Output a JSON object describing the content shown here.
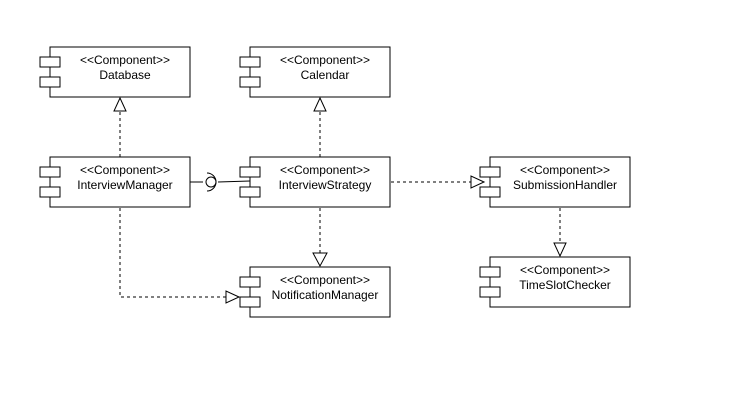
{
  "diagram": {
    "stereotype": "<<Component>>",
    "components": [
      {
        "id": "database",
        "name": "Database"
      },
      {
        "id": "calendar",
        "name": "Calendar"
      },
      {
        "id": "interview-manager",
        "name": "InterviewManager"
      },
      {
        "id": "interview-strategy",
        "name": "InterviewStrategy"
      },
      {
        "id": "submission-handler",
        "name": "SubmissionHandler"
      },
      {
        "id": "notification-manager",
        "name": "NotificationManager"
      },
      {
        "id": "time-slot-checker",
        "name": "TimeSlotChecker"
      }
    ],
    "relations": [
      {
        "from": "interview-manager",
        "to": "database",
        "kind": "dependency"
      },
      {
        "from": "interview-strategy",
        "to": "calendar",
        "kind": "dependency"
      },
      {
        "from": "interview-strategy",
        "to": "interview-manager",
        "kind": "required-interface"
      },
      {
        "from": "interview-strategy",
        "to": "submission-handler",
        "kind": "dependency"
      },
      {
        "from": "interview-strategy",
        "to": "notification-manager",
        "kind": "dependency"
      },
      {
        "from": "interview-manager",
        "to": "notification-manager",
        "kind": "dependency"
      },
      {
        "from": "submission-handler",
        "to": "time-slot-checker",
        "kind": "dependency"
      }
    ]
  }
}
